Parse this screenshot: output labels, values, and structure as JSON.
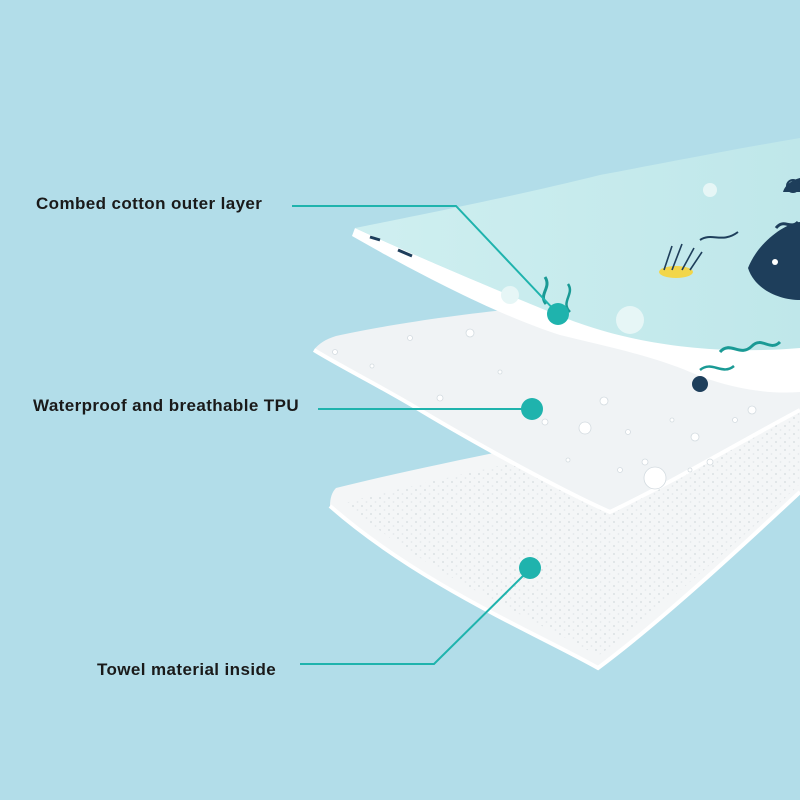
{
  "layers": [
    {
      "label": "Combed cotton outer layer"
    },
    {
      "label": "Waterproof and breathable TPU"
    },
    {
      "label": "Towel material inside"
    }
  ],
  "colors": {
    "background": "#b2dde9",
    "callout": "#1fb3ad",
    "print_base": "#c8ecee",
    "ink": "#1e3e5b",
    "accent_yellow": "#f2d64a",
    "layer_white": "#f7f8f9"
  }
}
